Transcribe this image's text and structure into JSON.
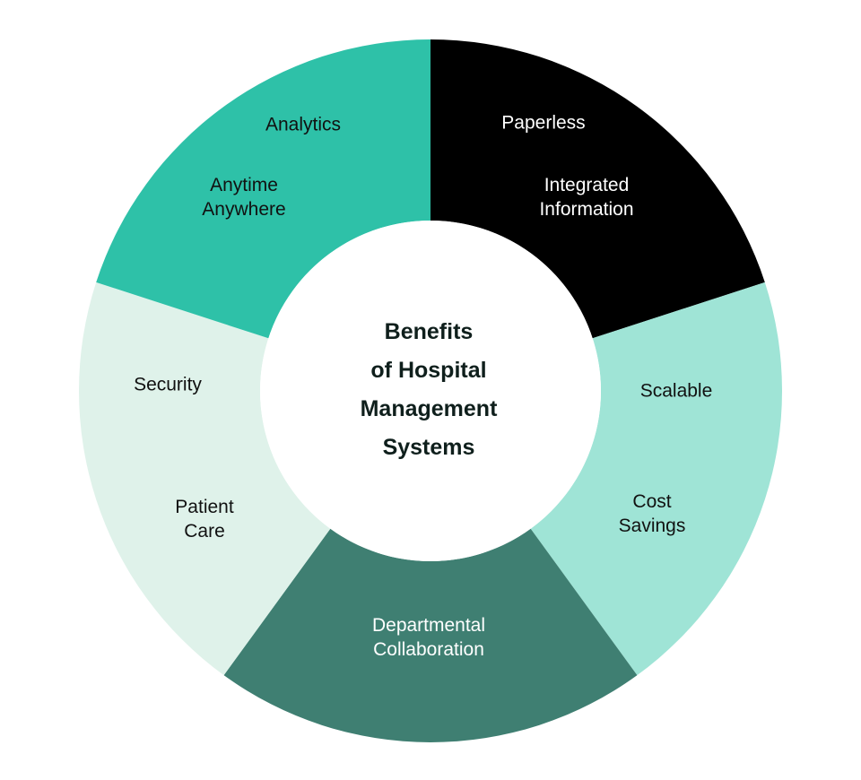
{
  "center": {
    "lines": [
      "Benefits",
      "of Hospital",
      "Management",
      "Systems"
    ],
    "text_color": "#0f1f1c",
    "fill": "#ffffff"
  },
  "segments": [
    {
      "id": "paperless",
      "color": "#000000",
      "text_color": "#ffffff",
      "labels": [
        {
          "lines": [
            "Paperless"
          ]
        },
        {
          "lines": [
            "Integrated",
            "Information"
          ]
        }
      ]
    },
    {
      "id": "scalable",
      "color": "#9fe4d6",
      "text_color": "#111111",
      "labels": [
        {
          "lines": [
            "Scalable"
          ]
        },
        {
          "lines": [
            "Cost",
            "Savings"
          ]
        }
      ]
    },
    {
      "id": "departmental",
      "color": "#3f7f72",
      "text_color": "#ffffff",
      "labels": [
        {
          "lines": [
            "Departmental",
            "Collaboration"
          ]
        }
      ]
    },
    {
      "id": "security",
      "color": "#dff2ea",
      "text_color": "#111111",
      "labels": [
        {
          "lines": [
            "Security"
          ]
        },
        {
          "lines": [
            "Patient",
            "Care"
          ]
        }
      ]
    },
    {
      "id": "analytics",
      "color": "#2ec1a8",
      "text_color": "#111111",
      "labels": [
        {
          "lines": [
            "Analytics"
          ]
        },
        {
          "lines": [
            "Anytime",
            "Anywhere"
          ]
        }
      ]
    }
  ]
}
